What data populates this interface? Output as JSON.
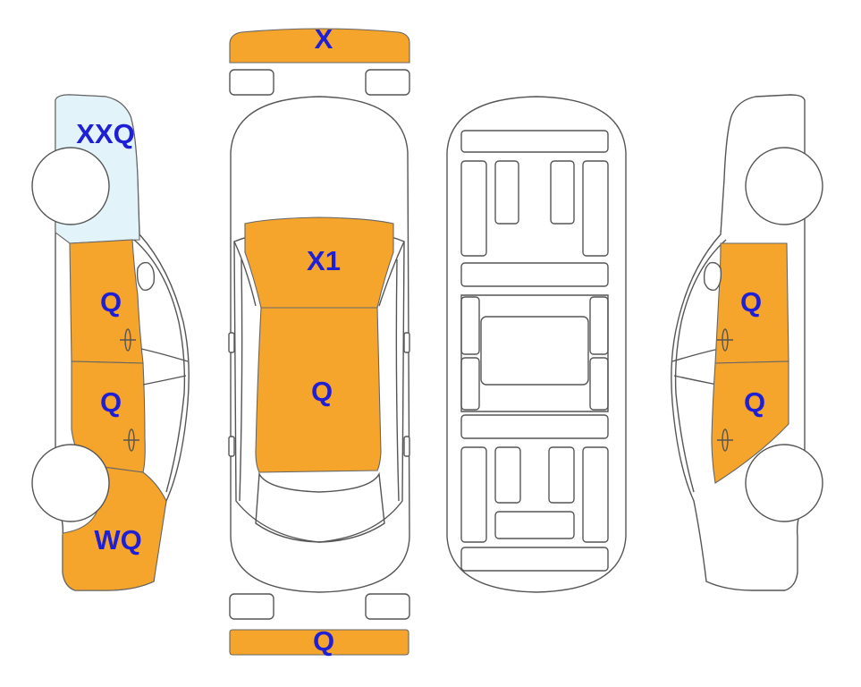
{
  "colors": {
    "damage": "#f5a52c",
    "glass": "#e2f4fa",
    "label": "#1f1fd6",
    "outline": "#555555"
  },
  "labels": {
    "front_bumper": "X",
    "rear_bumper": "Q",
    "hood": "X1",
    "roof": "Q",
    "left_windshield_pillar": "XXQ",
    "left_front_door": "Q",
    "left_rear_door": "Q",
    "left_rear_quarter": "WQ",
    "right_front_door": "Q",
    "right_rear_door": "Q"
  }
}
